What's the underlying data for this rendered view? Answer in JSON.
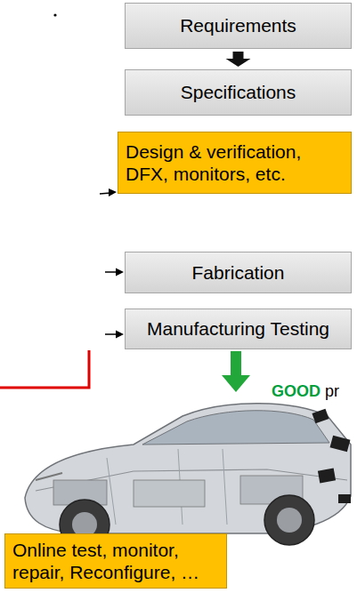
{
  "diagram": {
    "nodes": [
      {
        "text": [
          "Requirements"
        ]
      },
      {
        "text": [
          "Specifications"
        ]
      },
      {
        "text": [
          "Design & verification, DFX, monitors, etc."
        ]
      },
      {
        "text": [
          "Fabrication"
        ]
      },
      {
        "text": [
          "Manufacturing Testing"
        ]
      },
      {
        "text": [
          "Online test, monitor, repair, Reconfigure, …"
        ]
      }
    ],
    "edges": [
      {
        "from": 0,
        "to": 1,
        "arrow": "to"
      }
    ],
    "labels": [
      "GOOD",
      "pr"
    ]
  }
}
